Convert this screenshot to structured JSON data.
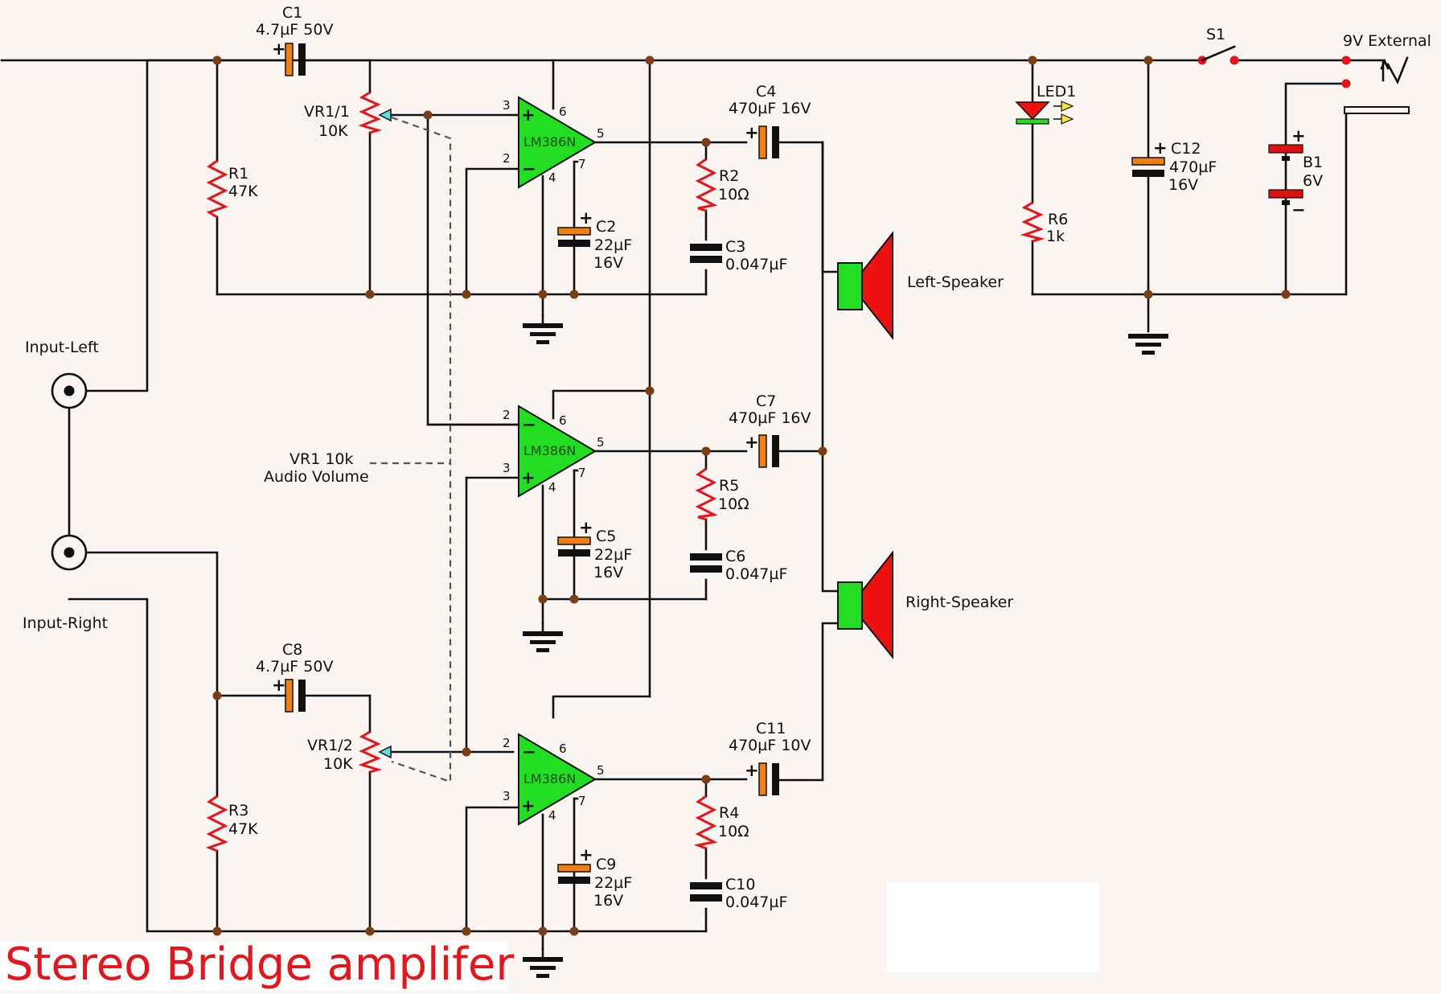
{
  "title": "Stereo Bridge amplifer",
  "inputs": {
    "left": "Input-Left",
    "right": "Input-Right"
  },
  "volume_note": {
    "line1": "VR1 10k",
    "line2": "Audio Volume"
  },
  "components": {
    "c1": {
      "name": "C1",
      "value": "4.7µF 50V"
    },
    "c2": {
      "name": "C2",
      "value": "22µF",
      "voltage": "16V"
    },
    "c3": {
      "name": "C3",
      "value": "0.047µF"
    },
    "c4": {
      "name": "C4",
      "value": "470µF 16V"
    },
    "c5": {
      "name": "C5",
      "value": "22µF",
      "voltage": "16V"
    },
    "c6": {
      "name": "C6",
      "value": "0.047µF"
    },
    "c7": {
      "name": "C7",
      "value": "470µF 16V"
    },
    "c8": {
      "name": "C8",
      "value": "4.7µF 50V"
    },
    "c9": {
      "name": "C9",
      "value": "22µF",
      "voltage": "16V"
    },
    "c10": {
      "name": "C10",
      "value": "0.047µF"
    },
    "c11": {
      "name": "C11",
      "value": "470µF 10V"
    },
    "c12": {
      "name": "C12",
      "value": "470µF",
      "voltage": "16V"
    },
    "r1": {
      "name": "R1",
      "value": "47K"
    },
    "r2": {
      "name": "R2",
      "value": "10Ω"
    },
    "r3": {
      "name": "R3",
      "value": "47K"
    },
    "r4": {
      "name": "R4",
      "value": "10Ω"
    },
    "r5": {
      "name": "R5",
      "value": "10Ω"
    },
    "r6": {
      "name": "R6",
      "value": "1k"
    },
    "vr1a": {
      "name": "VR1/1",
      "value": "10K"
    },
    "vr1b": {
      "name": "VR1/2",
      "value": "10K"
    },
    "led1": {
      "name": "LED1"
    },
    "b1": {
      "name": "B1",
      "value": "6V"
    },
    "s1": {
      "name": "S1"
    },
    "ext": {
      "name": "9V External"
    }
  },
  "ic": {
    "part": "LM386N",
    "pin_plus": "+",
    "pin_minus": "−"
  },
  "pins": {
    "p2": "2",
    "p3": "3",
    "p4": "4",
    "p5": "5",
    "p6": "6",
    "p7": "7"
  },
  "speakers": {
    "left": "Left-Speaker",
    "right": "Right-Speaker"
  },
  "polarity": {
    "plus": "+",
    "minus": "−"
  },
  "colors": {
    "wire": "#111111",
    "resistor": "#e8141b",
    "opamp_fill": "#22dd22",
    "cap_positive_plate": "#f07f14",
    "speaker_magnet": "#22dd22",
    "speaker_cone": "#ee1111",
    "junction": "#7a3d14",
    "title": "#e8141b",
    "led": "#ee1111",
    "led_arrows": "#f5e13a",
    "battery": "#dd1111"
  }
}
